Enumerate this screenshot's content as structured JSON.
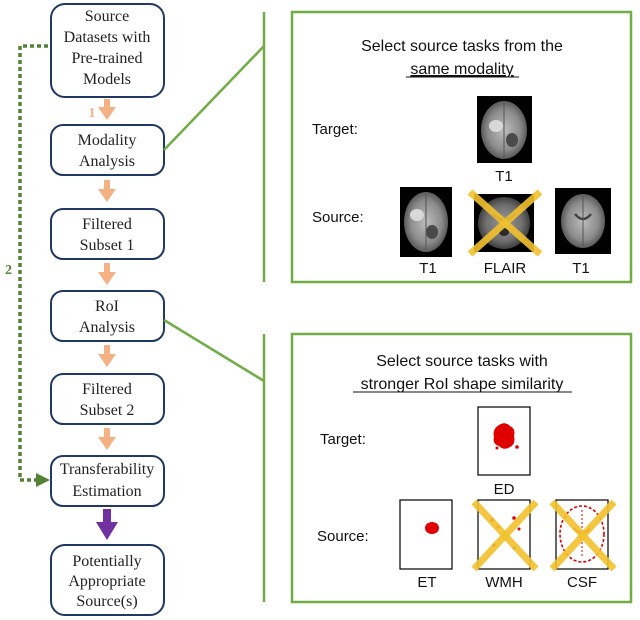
{
  "flow": {
    "boxes": [
      {
        "lines": [
          "Source",
          "Datasets with",
          "Pre-trained",
          "Models"
        ]
      },
      {
        "lines": [
          "Modality",
          "Analysis"
        ]
      },
      {
        "lines": [
          "Filtered",
          "Subset 1"
        ]
      },
      {
        "lines": [
          "RoI",
          "Analysis"
        ]
      },
      {
        "lines": [
          "Filtered",
          "Subset 2"
        ]
      },
      {
        "lines": [
          "Transferability",
          "Estimation"
        ]
      },
      {
        "lines": [
          "Potentially",
          "Appropriate",
          "Source(s)"
        ]
      }
    ],
    "step1_label": "1",
    "step2_label": "2"
  },
  "modality_panel": {
    "title_line1": "Select source tasks from the",
    "title_line2": "same modality",
    "target_label": "Target:",
    "source_label": "Source:",
    "target_caption": "T1",
    "source_captions": [
      "T1",
      "FLAIR",
      "T1"
    ]
  },
  "roi_panel": {
    "title_line1": "Select source tasks with",
    "title_line2": "stronger RoI shape similarity",
    "target_label": "Target:",
    "source_label": "Source:",
    "target_caption": "ED",
    "source_captions": [
      "ET",
      "WMH",
      "CSF"
    ]
  },
  "colors": {
    "box_border": "#1f3864",
    "orange_arrow": "#f4b183",
    "purple_arrow": "#7030a0",
    "green": "#70ad47",
    "dotted_green": "#548235",
    "cross": "#f2c12e",
    "roi_red": "#e00000"
  }
}
